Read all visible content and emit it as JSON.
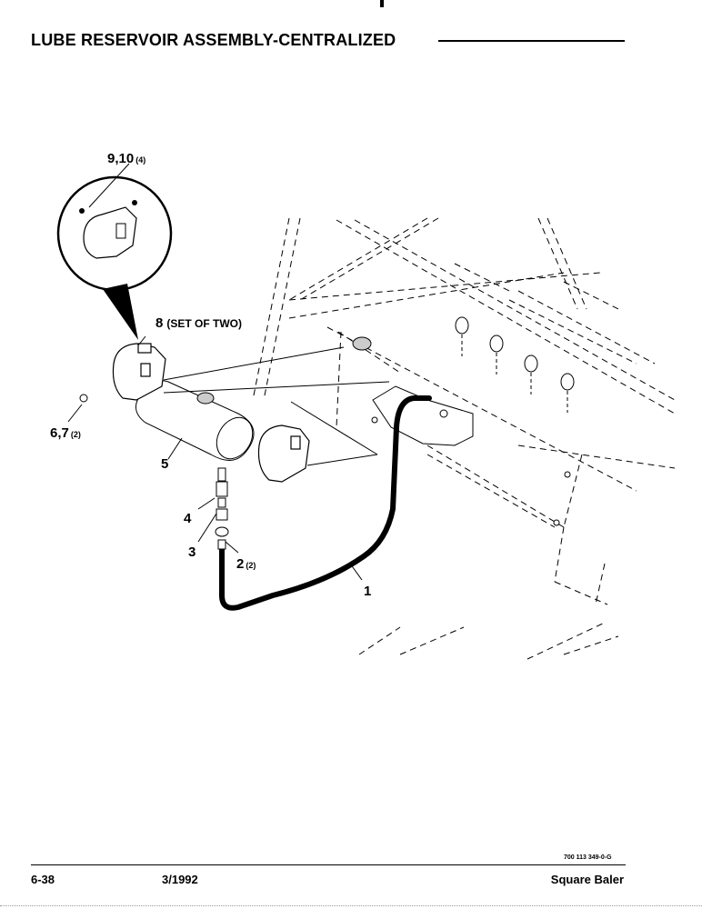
{
  "header": {
    "title": "LUBE RESERVOIR ASSEMBLY-CENTRALIZED"
  },
  "callouts": {
    "c1": "1",
    "c2": "2",
    "c2_qty": "(2)",
    "c3": "3",
    "c4": "4",
    "c5": "5",
    "c67": "6,7",
    "c67_qty": "(2)",
    "c8": "8",
    "c8_note": "(SET OF TWO)",
    "c910": "9,10",
    "c910_qty": "(4)"
  },
  "footer": {
    "doc_number": "700 113 349-0-G",
    "page_number": "6-38",
    "date": "3/1992",
    "product": "Square Baler"
  }
}
